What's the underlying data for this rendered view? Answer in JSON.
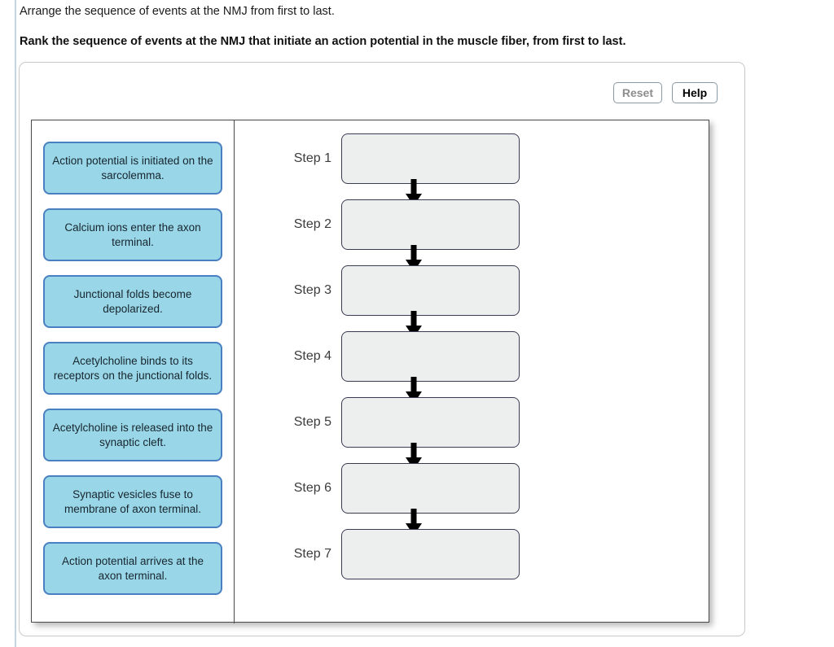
{
  "prompts": {
    "line1": "Arrange the sequence of events at the NMJ from first to last.",
    "line2": "Rank the sequence of events at the NMJ that initiate an action potential in the muscle fiber, from first to last."
  },
  "toolbar": {
    "reset_label": "Reset",
    "help_label": "Help",
    "reset_disabled": true
  },
  "bank": {
    "items": [
      {
        "label": "Action potential is initiated on the sarcolemma."
      },
      {
        "label": "Calcium ions enter the axon terminal."
      },
      {
        "label": "Junctional folds become depolarized."
      },
      {
        "label": "Acetylcholine binds to its receptors on the junctional folds."
      },
      {
        "label": "Acetylcholine is released into the synaptic cleft."
      },
      {
        "label": "Synaptic vesicles fuse to membrane of axon terminal."
      },
      {
        "label": "Action potential arrives at the axon terminal."
      }
    ]
  },
  "steps": {
    "rows": [
      {
        "label": "Step 1",
        "value": ""
      },
      {
        "label": "Step 2",
        "value": ""
      },
      {
        "label": "Step 3",
        "value": ""
      },
      {
        "label": "Step 4",
        "value": ""
      },
      {
        "label": "Step 5",
        "value": ""
      },
      {
        "label": "Step 6",
        "value": ""
      },
      {
        "label": "Step 7",
        "value": ""
      }
    ],
    "arrow_icon": "arrow-down-icon"
  },
  "colors": {
    "item_fill": "#99d7e8",
    "item_border": "#4a7fc1",
    "dropzone_fill": "#edefef",
    "dropzone_border": "#3a3a52",
    "rail": "#c3d4e3"
  }
}
